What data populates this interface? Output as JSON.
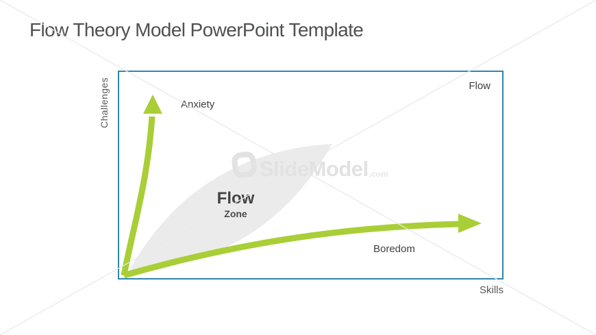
{
  "slide": {
    "title": "Flow Theory Model PowerPoint Template"
  },
  "chart": {
    "y_axis_label": "Challenges",
    "x_axis_label": "Skills",
    "quadrant_label": "Flow",
    "anxiety_label": "Anxiety",
    "boredom_label": "Boredom",
    "zone": {
      "title": "Flow",
      "subtitle": "Zone"
    }
  },
  "watermark": {
    "brand": "SlideModel",
    "suffix": ".com",
    "logo_icon": "slidemodel-rounded-square-icon"
  },
  "colors": {
    "accent_green": "#a9ce37",
    "chart_border": "#2e86ad",
    "title_text": "#4e5052",
    "label_text": "#3f4040",
    "muted_text": "#57585a",
    "zone_fill": "#ebebeb",
    "watermark_gray": "#e2e2e2",
    "diagonal_line": "#e9e9e9"
  }
}
